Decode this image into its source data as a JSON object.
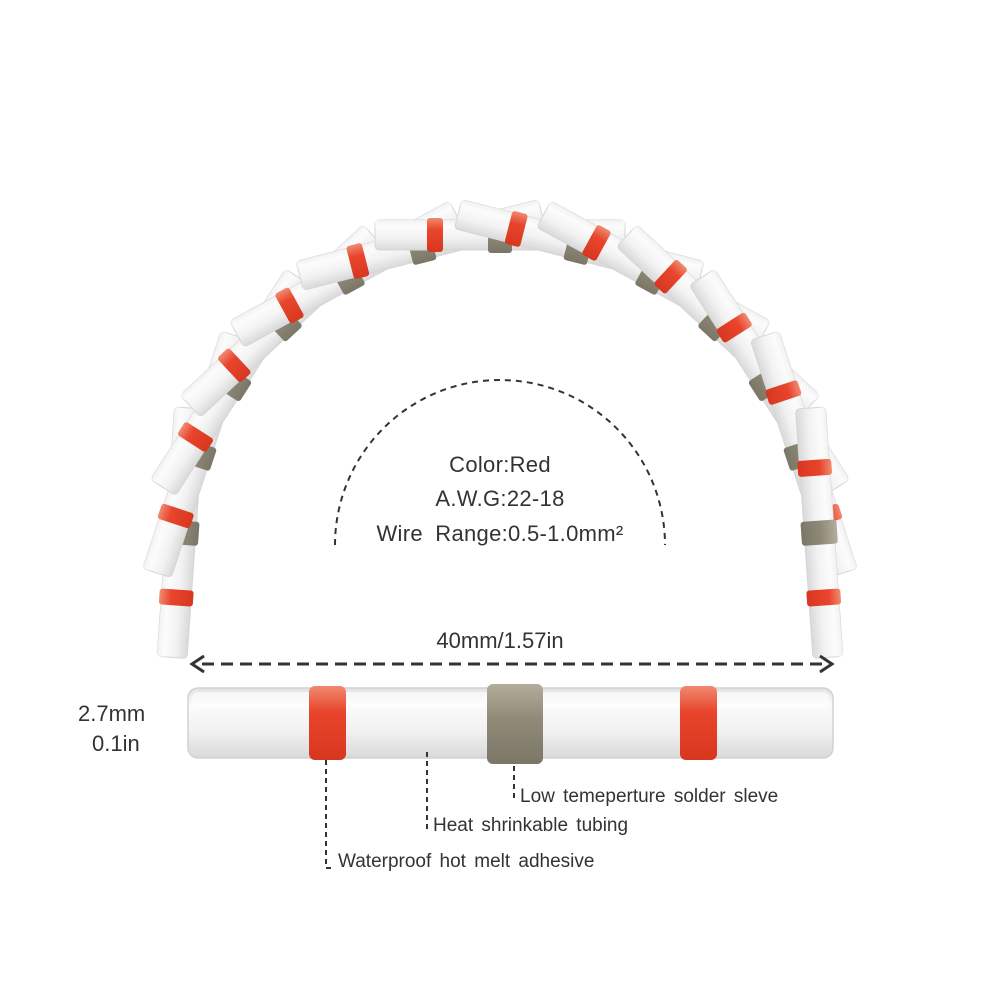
{
  "product": {
    "sleeve_count_in_fan": 13,
    "colors": {
      "band": "#e8452c",
      "tube": "#f4f4f4",
      "tube_edge": "#d2d2d2",
      "solder": "#8f8a78",
      "text": "#333333",
      "dash": "#333333"
    }
  },
  "specs": {
    "color": "Color:Red",
    "awg": "A.W.G:22-18",
    "wire_range": "Wire Range:0.5-1.0mm²"
  },
  "dimensions": {
    "length": "40mm/1.57in",
    "diameter_mm": "2.7mm",
    "diameter_in": "0.1in"
  },
  "callouts": {
    "solder": "Low temeperture solder sleve",
    "tubing": "Heat shrinkable tubing",
    "adhesive": "Waterproof hot melt adhesive"
  },
  "icons": {
    "dimension_arrow": "double-headed-dashed-arrow",
    "guide_arc": "dashed-semicircle"
  }
}
